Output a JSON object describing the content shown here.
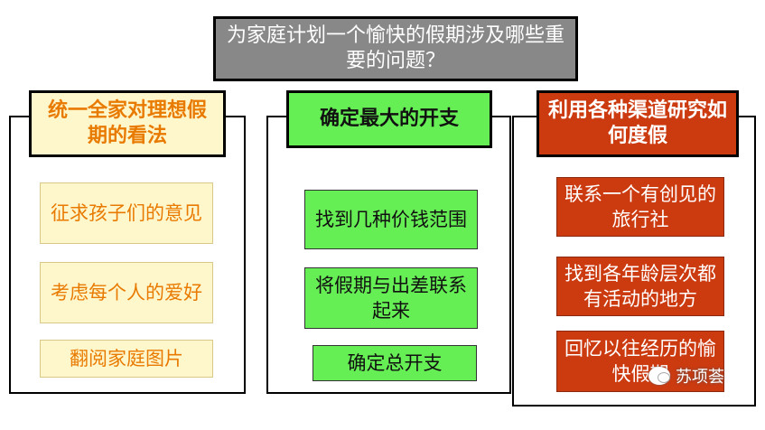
{
  "title": "为家庭计划一个愉快的假期涉及哪些重要的问题？",
  "columns": [
    {
      "header": "统一全家对理想假期的看法",
      "items": [
        "征求孩子们的意见",
        "考虑每个人的爱好",
        "翻阅家庭图片"
      ],
      "colors": {
        "fill": "#fff7cc",
        "text": "#e87a00"
      }
    },
    {
      "header": "确定最大的开支",
      "items": [
        "找到几种价钱范围",
        "将假期与出差联系起来",
        "确定总开支"
      ],
      "colors": {
        "fill": "#66ee55",
        "text": "#111111"
      }
    },
    {
      "header": "利用各种渠道研究如何度假",
      "items": [
        "联系一个有创见的旅行社",
        "找到各年龄层次都有活动的地方",
        "回忆以往经历的愉快假期"
      ],
      "colors": {
        "fill": "#cc3a10",
        "text": "#ffffff"
      }
    }
  ],
  "watermark": {
    "icon": "wechat-icon",
    "text": "苏项荟"
  }
}
